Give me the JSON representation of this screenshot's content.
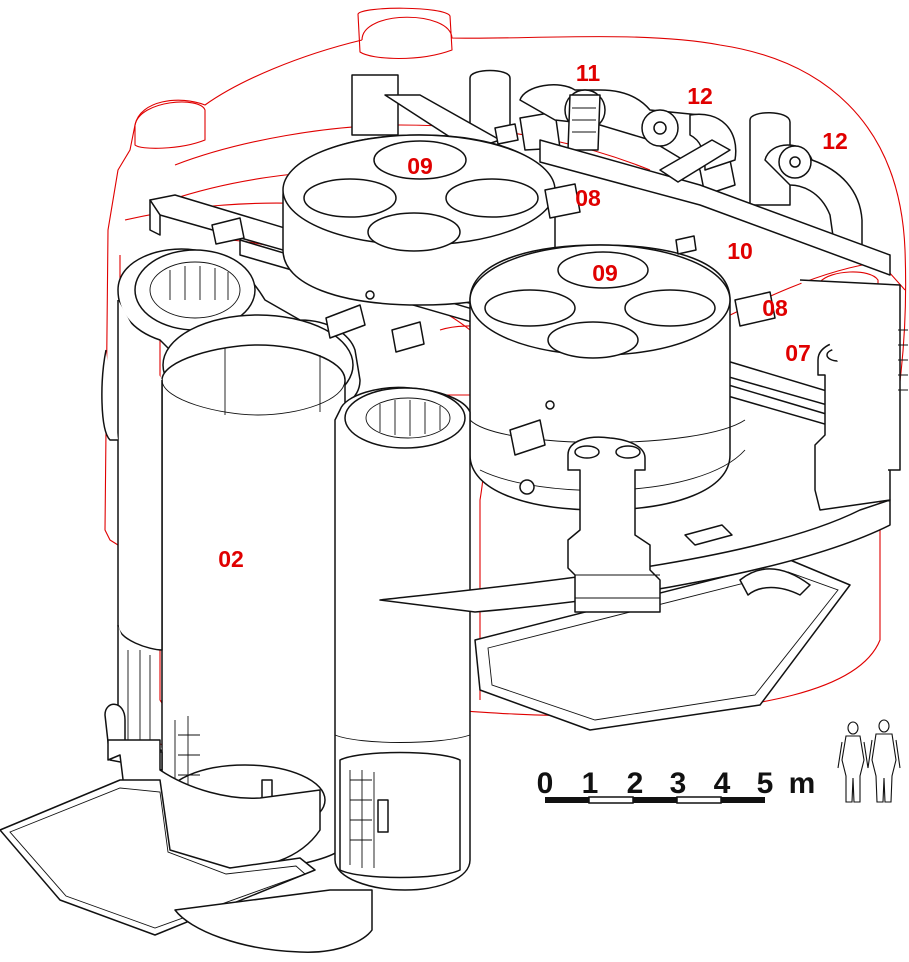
{
  "labels": {
    "l02": "02",
    "l07": "07",
    "l08a": "08",
    "l08b": "08",
    "l09a": "09",
    "l09b": "09",
    "l10": "10",
    "l11": "11",
    "l12a": "12",
    "l12b": "12"
  },
  "scale": {
    "ticks": [
      "0",
      "1",
      "2",
      "3",
      "4",
      "5"
    ],
    "unit": "m"
  },
  "colors": {
    "line": "#111111",
    "annotation": "#e00000",
    "background": "#ffffff"
  },
  "icons": {
    "scale_figures": "two-human-silhouettes"
  }
}
